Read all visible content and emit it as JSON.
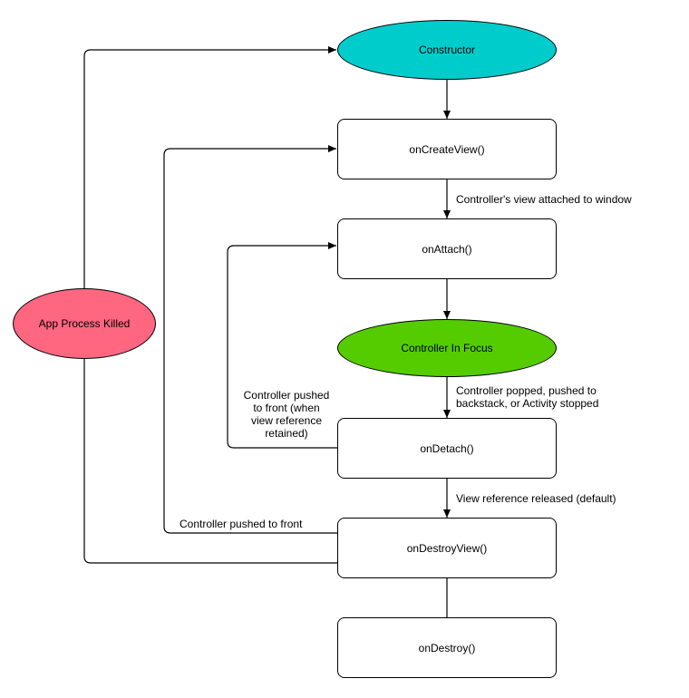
{
  "nodes": {
    "constructor": {
      "label": "Constructor",
      "fill": "#00cccc"
    },
    "on_create_view": {
      "label": "onCreateView()"
    },
    "on_attach": {
      "label": "onAttach()"
    },
    "controller_in_focus": {
      "label": "Controller In Focus",
      "fill": "#55cc00"
    },
    "on_detach": {
      "label": "onDetach()"
    },
    "on_destroy_view": {
      "label": "onDestroyView()"
    },
    "on_destroy": {
      "label": "onDestroy()"
    },
    "app_process_killed": {
      "label": "App Process Killed",
      "fill": "#ff6680"
    }
  },
  "edge_labels": {
    "view_attached": "Controller's view attached to window",
    "popped": [
      "Controller popped, pushed to",
      "backstack, or Activity stopped"
    ],
    "pushed_front_retained": [
      "Controller pushed",
      "to front (when",
      "view reference",
      "retained)"
    ],
    "view_released": "View reference released (default)",
    "pushed_front": "Controller pushed to front"
  },
  "colors": {
    "line": "#000000"
  }
}
